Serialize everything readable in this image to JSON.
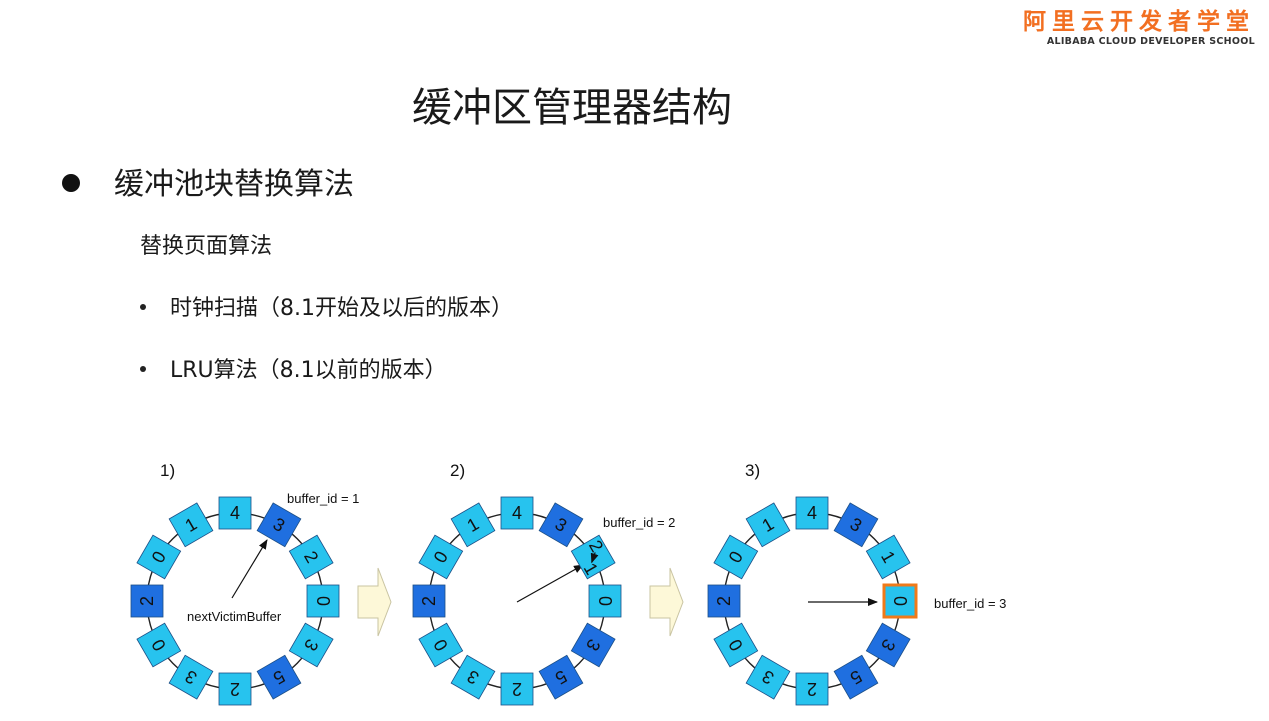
{
  "logo": {
    "cn": "阿里云开发者学堂",
    "en": "ALIBABA CLOUD DEVELOPER SCHOOL"
  },
  "title": "缓冲区管理器结构",
  "bullet": "缓冲池块替换算法",
  "subhead": "替换页面算法",
  "items": [
    "时钟扫描（8.1开始及以后的版本）",
    "LRU算法（8.1以前的版本）"
  ],
  "colors": {
    "light": "#27c3ee",
    "dark": "#1f6fe0",
    "highlight": "#f07a1a",
    "connector": "#fdf8d8"
  },
  "diagram": {
    "panels": [
      {
        "step": "1)",
        "buffer_label": "buffer_id = 1",
        "pointer_label": "nextVictimBuffer",
        "slots": [
          {
            "n": "4",
            "dark": false
          },
          {
            "n": "3",
            "dark": true
          },
          {
            "n": "2",
            "dark": false
          },
          {
            "n": "0",
            "dark": false
          },
          {
            "n": "3",
            "dark": false
          },
          {
            "n": "5",
            "dark": true
          },
          {
            "n": "2",
            "dark": false
          },
          {
            "n": "3",
            "dark": false
          },
          {
            "n": "0",
            "dark": false
          },
          {
            "n": "2",
            "dark": true
          },
          {
            "n": "0",
            "dark": false
          },
          {
            "n": "1",
            "dark": false
          }
        ]
      },
      {
        "step": "2)",
        "buffer_label": "buffer_id = 2",
        "decrement": {
          "from": "2",
          "to": "1"
        },
        "slots": [
          {
            "n": "4",
            "dark": false
          },
          {
            "n": "3",
            "dark": true
          },
          {
            "n": "",
            "dark": false
          },
          {
            "n": "0",
            "dark": false
          },
          {
            "n": "3",
            "dark": true
          },
          {
            "n": "5",
            "dark": true
          },
          {
            "n": "2",
            "dark": false
          },
          {
            "n": "3",
            "dark": false
          },
          {
            "n": "0",
            "dark": false
          },
          {
            "n": "2",
            "dark": true
          },
          {
            "n": "0",
            "dark": false
          },
          {
            "n": "1",
            "dark": false
          }
        ]
      },
      {
        "step": "3)",
        "buffer_label": "buffer_id = 3",
        "slots": [
          {
            "n": "4",
            "dark": false
          },
          {
            "n": "3",
            "dark": true
          },
          {
            "n": "1",
            "dark": false
          },
          {
            "n": "0",
            "dark": false,
            "highlight": true
          },
          {
            "n": "3",
            "dark": true
          },
          {
            "n": "5",
            "dark": true
          },
          {
            "n": "2",
            "dark": false
          },
          {
            "n": "3",
            "dark": false
          },
          {
            "n": "0",
            "dark": false
          },
          {
            "n": "2",
            "dark": true
          },
          {
            "n": "0",
            "dark": false
          },
          {
            "n": "1",
            "dark": false
          }
        ]
      }
    ]
  }
}
